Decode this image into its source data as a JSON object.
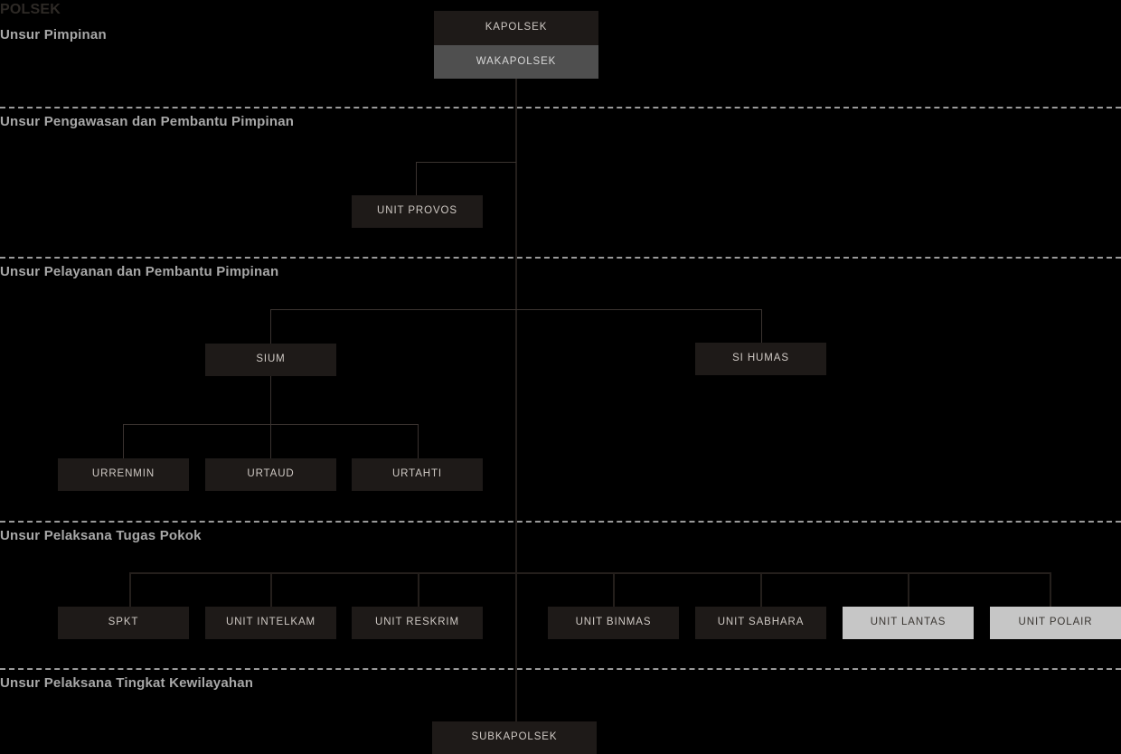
{
  "chart": {
    "title": "POLSEK",
    "sections": [
      {
        "label": "Unsur Pimpinan"
      },
      {
        "label": "Unsur Pengawasan dan Pembantu Pimpinan"
      },
      {
        "label": "Unsur Pelayanan dan Pembantu Pimpinan"
      },
      {
        "label": "Unsur Pelaksana Tugas Pokok"
      },
      {
        "label": "Unsur Pelaksana Tingkat Kewilayahan"
      }
    ],
    "nodes": {
      "kapolsek": "KAPOLSEK",
      "wakapolsek": "WAKAPOLSEK",
      "unit_provos": "UNIT PROVOS",
      "sium": "SIUM",
      "si_humas": "SI HUMAS",
      "urrenmin": "URRENMIN",
      "urtaud": "URTAUD",
      "urtahti": "URTAHTI",
      "spkt": "SPKT",
      "unit_intelkam": "UNIT INTELKAM",
      "unit_reskrim": "UNIT RESKRIM",
      "unit_binmas": "UNIT BINMAS",
      "unit_sabhara": "UNIT SABHARA",
      "unit_lantas": "UNIT LANTAS",
      "unit_polair": "UNIT POLAIR",
      "subkapolsek": "SUBKAPOLSEK"
    },
    "colors": {
      "background": "#000000",
      "box_dark": "#1e1a18",
      "box_mid": "#4f4f4f",
      "box_light": "#c6c6c6",
      "text_light": "#cfc9c4",
      "text_dark": "#3a3632",
      "section_label": "#a8a8a8",
      "divider": "#9a9a9a",
      "connector": "#241f1c"
    }
  }
}
